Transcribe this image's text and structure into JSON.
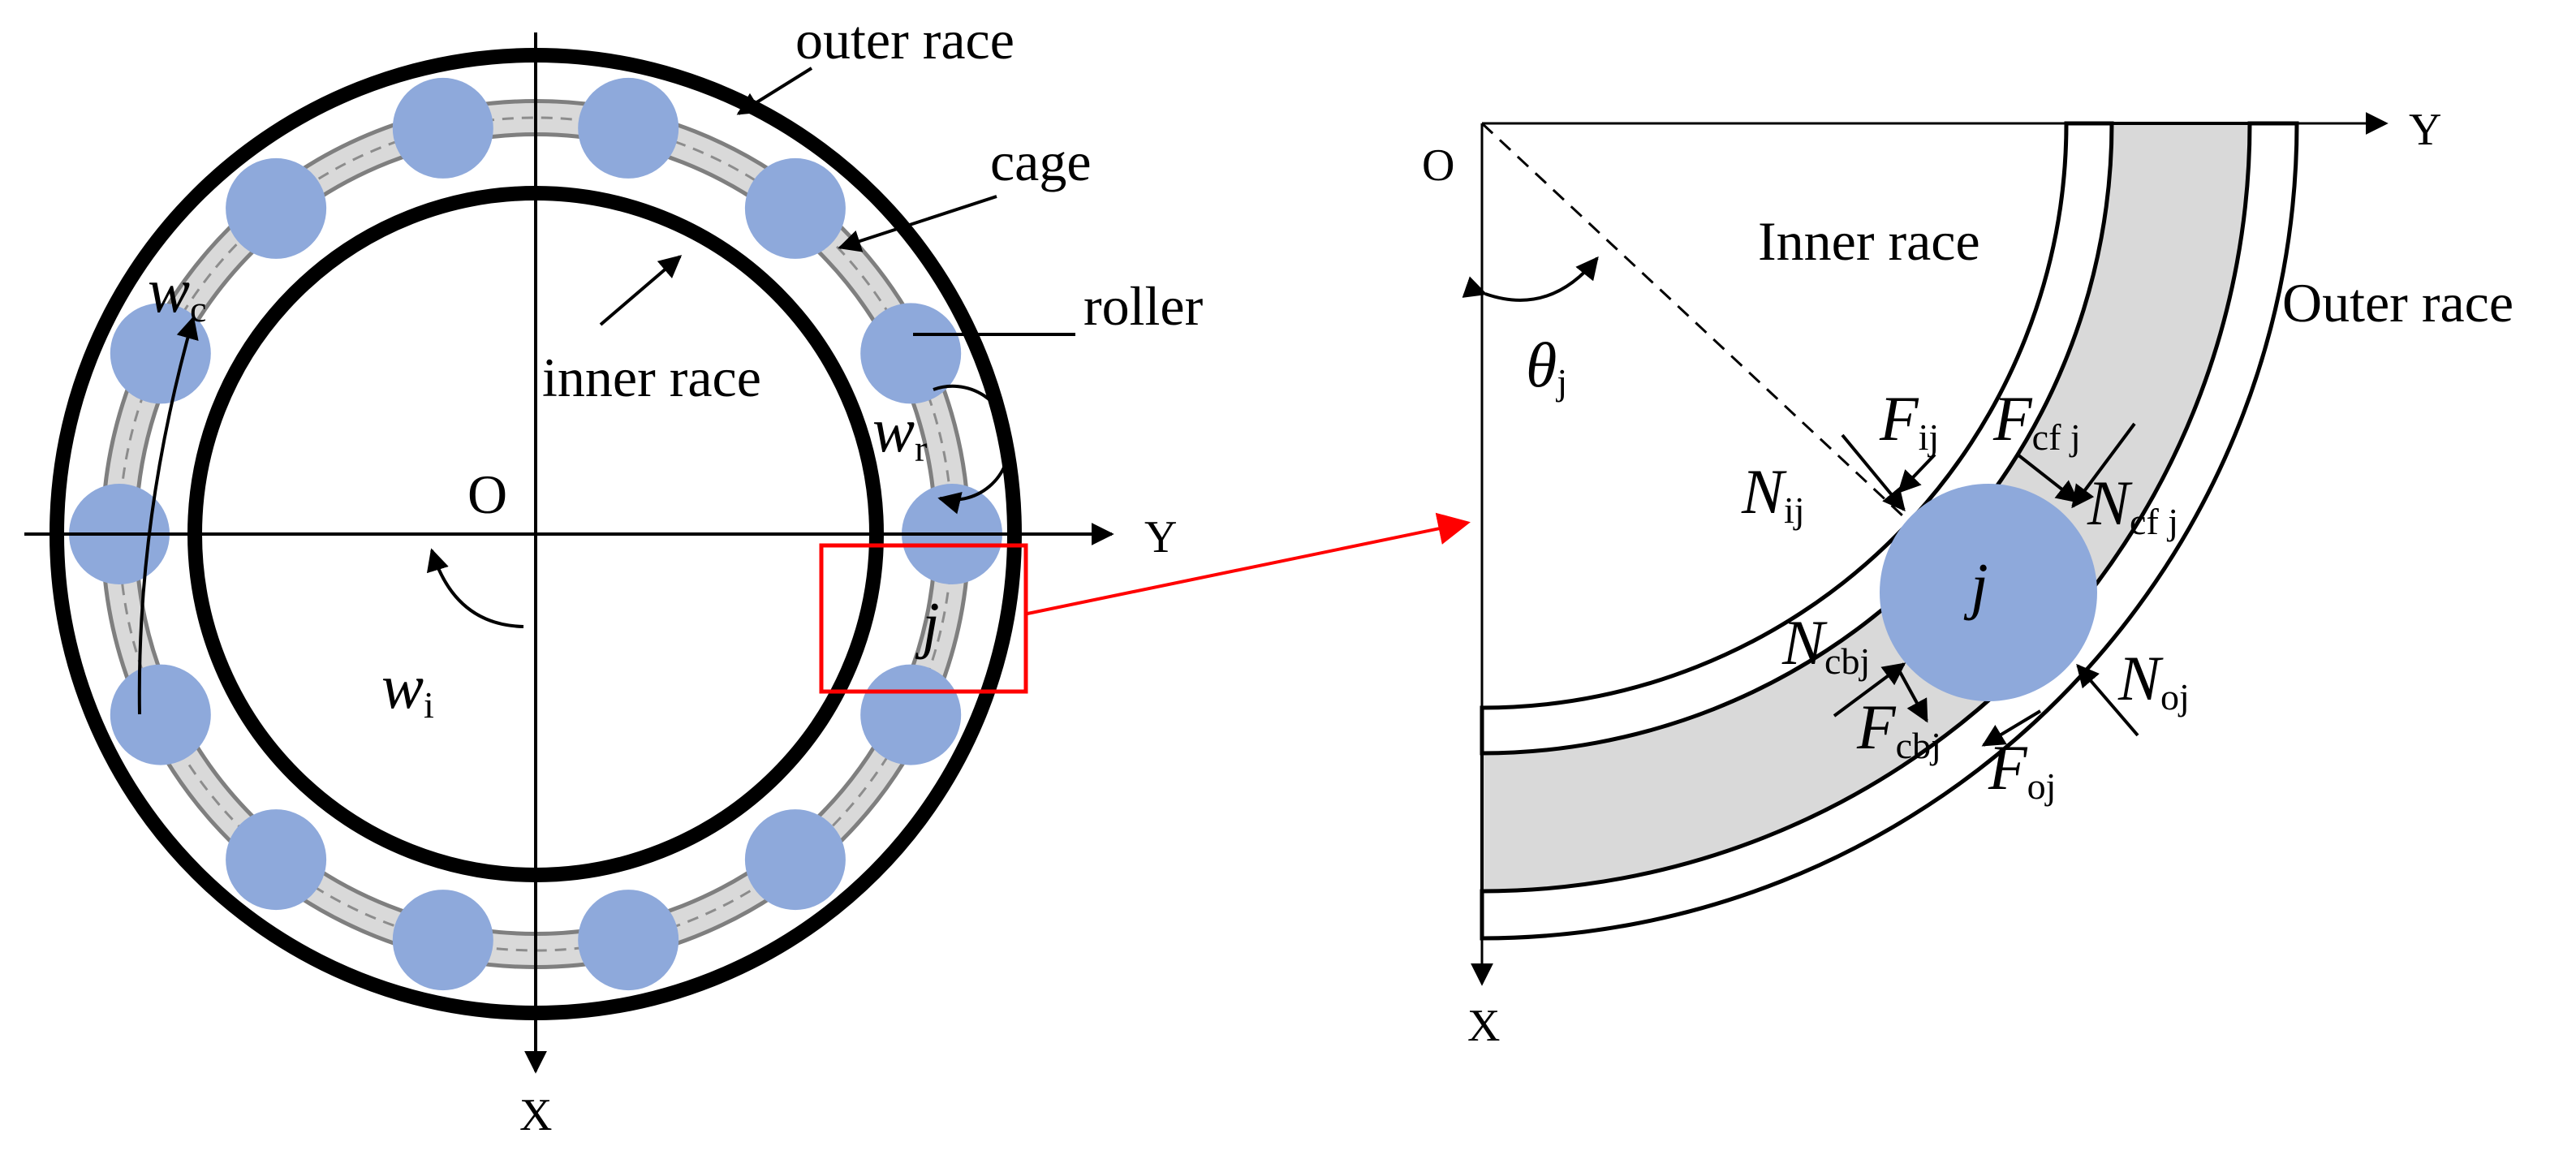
{
  "colors": {
    "roller_fill": "#8ea9db",
    "cage_fill": "#d9d9d9",
    "race_stroke": "#000000",
    "zoom_color": "#ff0000"
  },
  "left_view": {
    "origin_label": "O",
    "axis_y_label": "Y",
    "axis_x_label": "X",
    "labels": {
      "outer_race": "outer race",
      "cage": "cage",
      "roller": "roller",
      "inner_race": "inner race"
    },
    "omega_c": {
      "symbol": "w",
      "sub": "c"
    },
    "omega_r": {
      "symbol": "w",
      "sub": "r"
    },
    "omega_i": {
      "symbol": "w",
      "sub": "i"
    },
    "roller_index": "j",
    "roller_count": 14
  },
  "right_view": {
    "origin_label": "O",
    "axis_y_label": "Y",
    "axis_x_label": "X",
    "labels": {
      "inner_race": "Inner  race",
      "outer_race": "Outer race"
    },
    "theta": {
      "symbol": "θ",
      "sub": "j"
    },
    "roller_index": "j",
    "forces": {
      "F_ij": {
        "symbol": "F",
        "sub": "ij"
      },
      "N_ij": {
        "symbol": "N",
        "sub": "ij"
      },
      "F_cfj": {
        "symbol": "F",
        "sub": "cf j"
      },
      "N_cfj": {
        "symbol": "N",
        "sub": "cf j"
      },
      "N_cbj": {
        "symbol": "N",
        "sub": "cbj"
      },
      "F_cbj": {
        "symbol": "F",
        "sub": "cbj"
      },
      "N_oj": {
        "symbol": "N",
        "sub": "oj"
      },
      "F_oj": {
        "symbol": "F",
        "sub": "oj"
      }
    }
  }
}
